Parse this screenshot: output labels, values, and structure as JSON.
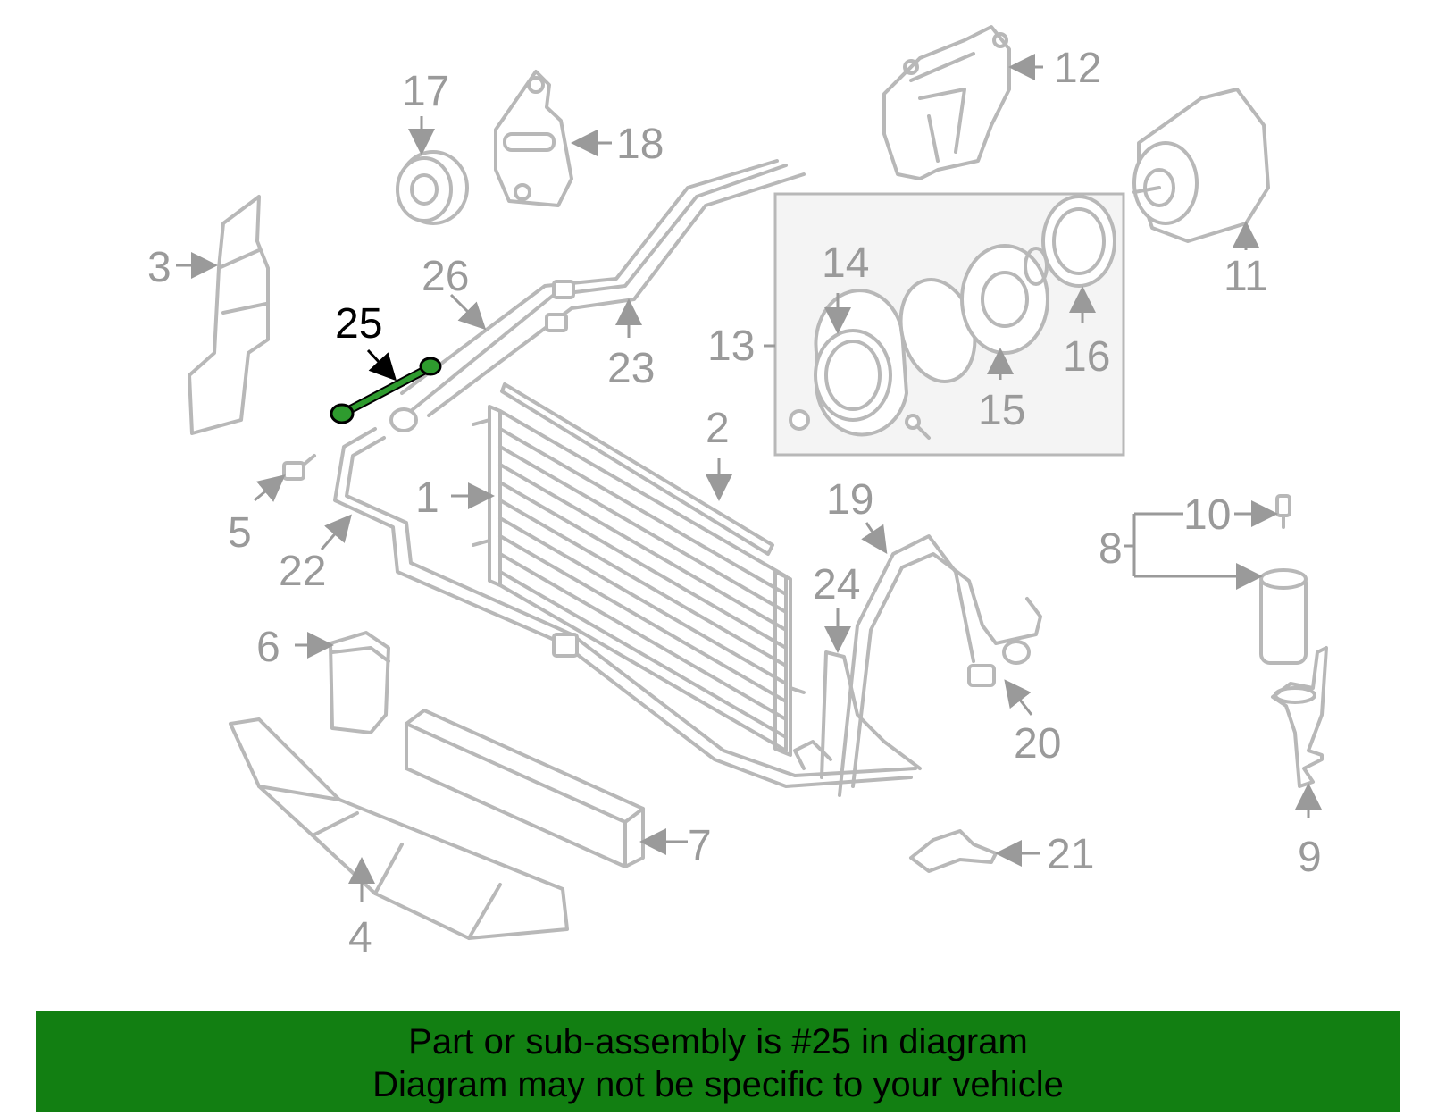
{
  "highlight": {
    "part_number": "25",
    "color": "#2e9b2e"
  },
  "labels": {
    "p1": "1",
    "p2": "2",
    "p3": "3",
    "p4": "4",
    "p5": "5",
    "p6": "6",
    "p7": "7",
    "p8": "8",
    "p9": "9",
    "p10": "10",
    "p11": "11",
    "p12": "12",
    "p13": "13",
    "p14": "14",
    "p15": "15",
    "p16": "16",
    "p17": "17",
    "p18": "18",
    "p19": "19",
    "p20": "20",
    "p21": "21",
    "p22": "22",
    "p23": "23",
    "p24": "24",
    "p25": "25",
    "p26": "26"
  },
  "footer": {
    "line1": "Part or sub-assembly is #25 in diagram",
    "line2": "Diagram may not be specific to your vehicle",
    "background": "#127f12"
  }
}
